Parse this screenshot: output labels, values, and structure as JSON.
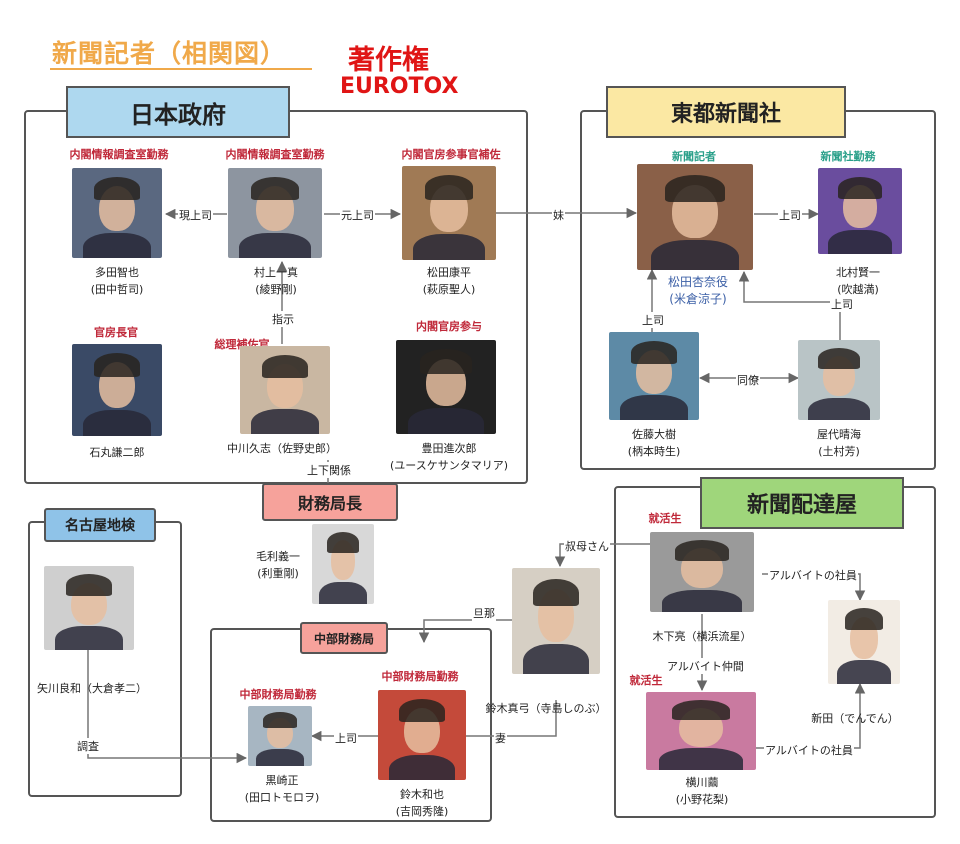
{
  "title": "新聞記者（相関図）",
  "watermark": {
    "line1": "著作権",
    "line2": "EUROTOX"
  },
  "groups": {
    "gov": "日本政府",
    "toto": "東都新聞社",
    "delivery": "新聞配達屋",
    "zaimu": "財務局長",
    "nagoya": "名古屋地検",
    "chubu": "中部財務局"
  },
  "people": {
    "tada": {
      "role": "内閣情報調査室勤務",
      "name": "多田智也",
      "actor": "(田中哲司)"
    },
    "murakami": {
      "role": "内閣情報調査室勤務",
      "name": "村上一真",
      "actor": "(綾野剛)"
    },
    "matsuda_k": {
      "role": "内閣官房参事官補佐",
      "name": "松田康平",
      "actor": "(萩原聖人)"
    },
    "ishimaru": {
      "role": "官房長官",
      "name": "石丸謙二郎",
      "actor": ""
    },
    "nakagawa": {
      "role": "総理補佐官",
      "name": "中川久志（佐野史郎）",
      "actor": ""
    },
    "toyota": {
      "role": "内閣官房参与",
      "name": "豊田進次郎",
      "actor": "(ユースケサンタマリア)"
    },
    "matsuda_a": {
      "role": "新聞記者",
      "name": "松田杏奈役",
      "actor": "(米倉涼子)"
    },
    "kitamura": {
      "role": "新聞社勤務",
      "name": "北村賢一",
      "actor": "(吹越満)"
    },
    "sato": {
      "name": "佐藤大樹",
      "actor": "(柄本時生)"
    },
    "yashiro": {
      "name": "屋代晴海",
      "actor": "(土村芳)"
    },
    "mori": {
      "name": "毛利義一",
      "actor": "(利重剛)"
    },
    "kinoshita": {
      "role": "就活生",
      "name": "木下亮（横浜流星）",
      "actor": ""
    },
    "nitta": {
      "name": "新田（でんでん）",
      "actor": ""
    },
    "yokokawa": {
      "role": "就活生",
      "name": "横川繭",
      "actor": "(小野花梨)"
    },
    "suzuki_m": {
      "name": "鈴木真弓（寺島しのぶ）",
      "actor": ""
    },
    "yagawa": {
      "name": "矢川良和（大倉孝二）",
      "actor": ""
    },
    "kurosaki": {
      "role": "中部財務局勤務",
      "name": "黒崎正",
      "actor": "(田口トモロヲ)"
    },
    "suzuki_k": {
      "role": "中部財務局勤務",
      "name": "鈴木和也",
      "actor": "(吉岡秀隆)"
    }
  },
  "relations": {
    "genjoushi": "現上司",
    "motojoushi": "元上司",
    "imouto": "妹",
    "shiji": "指示",
    "jougekankei": "上下関係",
    "joushi1": "上司",
    "joushi2": "上司",
    "joushi3": "上司",
    "douryou": "同僚",
    "obasan": "叔母さん",
    "arubaito1": "アルバイトの社員",
    "arubaito_nakama": "アルバイト仲間",
    "arubaito2": "アルバイトの社員",
    "danna": "旦那",
    "tsuma": "妻",
    "joushi4": "上司",
    "chousa": "調査"
  },
  "colors": {
    "title": "#f0a94a",
    "watermark": "#e01515",
    "role_red": "#c0293a",
    "role_teal": "#2aa08a",
    "gov_header": "#aed8ef",
    "toto_header": "#fbe8a3",
    "delivery_header": "#9fd67b",
    "finance_header": "#f6a29b",
    "nagoya_header": "#8fc3e8"
  }
}
